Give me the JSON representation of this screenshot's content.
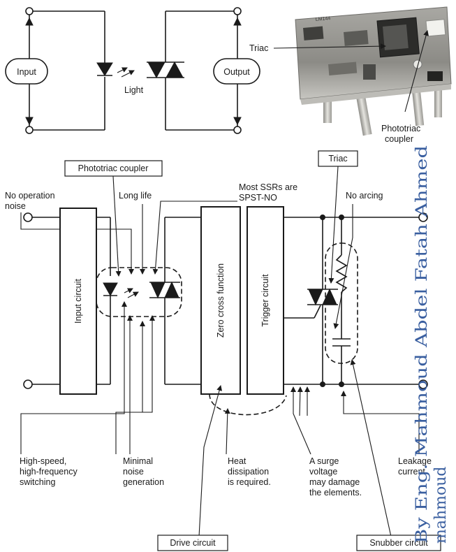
{
  "top_diagram": {
    "input_label": "Input",
    "output_label": "Output",
    "light_label": "Light"
  },
  "photo": {
    "triac_label": "Triac",
    "phototriac_label_line1": "Phototriac",
    "phototriac_label_line2": "coupler",
    "board_marking": "LM144"
  },
  "bottom_diagram": {
    "box_phototriac": "Phototriac coupler",
    "box_triac": "Triac",
    "no_operation_noise": [
      "No operation",
      "noise"
    ],
    "long_life": "Long life",
    "most_ssrs": [
      "Most SSRs are",
      "SPST-NO"
    ],
    "no_arcing": "No arcing",
    "input_circuit": "Input circuit",
    "zero_cross": "Zero cross function",
    "trigger_circuit": "Trigger circuit",
    "high_speed": [
      "High-speed,",
      "high-frequency",
      "switching"
    ],
    "minimal_noise": [
      "Minimal",
      "noise",
      "generation"
    ],
    "heat": [
      "Heat",
      "dissipation",
      "is required."
    ],
    "surge": [
      "A surge",
      "voltage",
      "may damage",
      "the elements."
    ],
    "leakage": [
      "Leakage",
      "current"
    ],
    "box_drive": "Drive circuit",
    "box_snubber": "Snubber circuit"
  },
  "watermark": {
    "line1": "By Eng. Mahmoud Abdel Fatah Ahmed",
    "line2": "mahmoud"
  },
  "colors": {
    "line": "#1a1a1a",
    "watermark": "#3a5fa0",
    "pcb": "#8a8a86"
  }
}
